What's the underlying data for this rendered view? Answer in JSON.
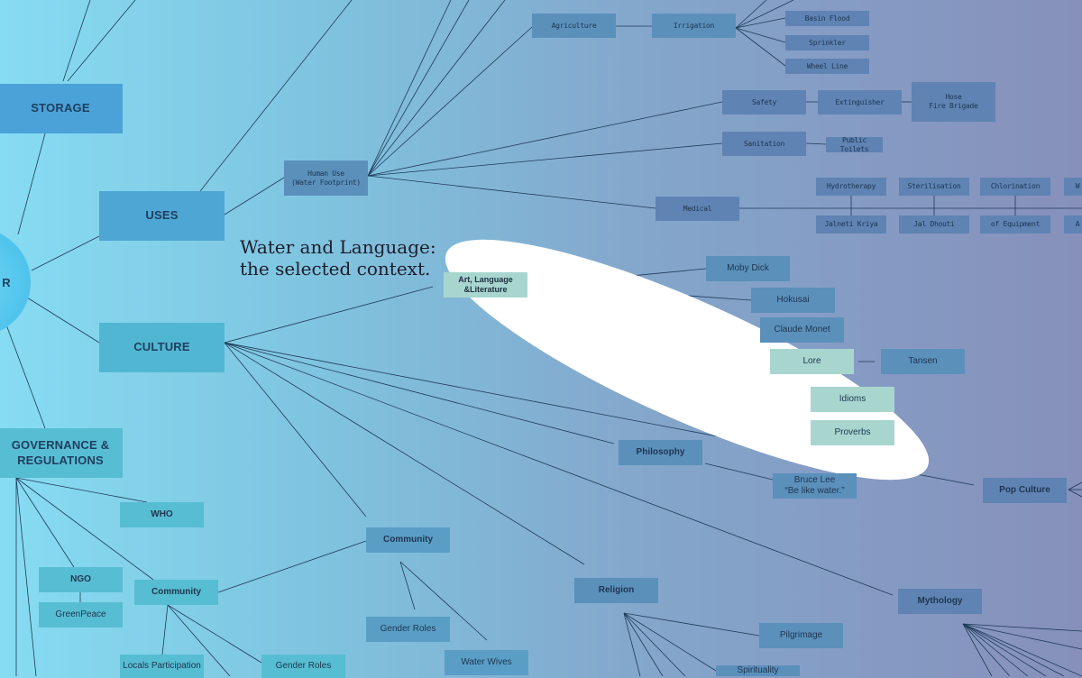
{
  "diagram": {
    "heading": "Water and Language:\nthe selected context.",
    "center_partial_label": "R",
    "categories": {
      "storage": "STORAGE",
      "uses": "USES",
      "culture": "CULTURE",
      "governance": "GOVERNANCE &\nREGULATIONS"
    },
    "uses": {
      "human_use": "Human Use\n(Water Footprint)",
      "agriculture": "Agriculture",
      "irrigation": "Irrigation",
      "basin_flood": "Basin Flood",
      "sprinkler": "Sprinkler",
      "wheel_line": "Wheel Line",
      "safety": "Safety",
      "extinguisher": "Extinguisher",
      "hose": "Hose\nFire Brigade",
      "sanitation": "Sanitation",
      "public_toilets": "Public Toilets",
      "medical": "Medical",
      "hydrotherapy": "Hydrotherapy",
      "sterilisation": "Sterilisation",
      "chlorination": "Chlorination",
      "w_partial": "W",
      "jalneti": "Jalneti Kriya",
      "jaldhouti": "Jal Dhouti",
      "equipment": "of Equipment",
      "a_partial": "A"
    },
    "culture": {
      "art": "Art, Language\n&Literature",
      "moby": "Moby Dick",
      "hokusai": "Hokusai",
      "monet": "Claude Monet",
      "lore": "Lore",
      "tansen": "Tansen",
      "idioms": "Idioms",
      "proverbs": "Proverbs",
      "philosophy": "Philosophy",
      "bruce": "Bruce Lee\n“Be like water.”",
      "pop": "Pop Culture",
      "community": "Community",
      "gender_roles": "Gender Roles",
      "water_wives": "Water Wives",
      "religion": "Religion",
      "pilgrimage": "Pilgrimage",
      "spirituality_partial": "Spirituality",
      "mythology": "Mythology"
    },
    "governance": {
      "who": "WHO",
      "ngo": "NGO",
      "greenpeace": "GreenPeace",
      "community": "Community",
      "locals": "Locals Participation",
      "gender_roles": "Gender Roles"
    }
  }
}
